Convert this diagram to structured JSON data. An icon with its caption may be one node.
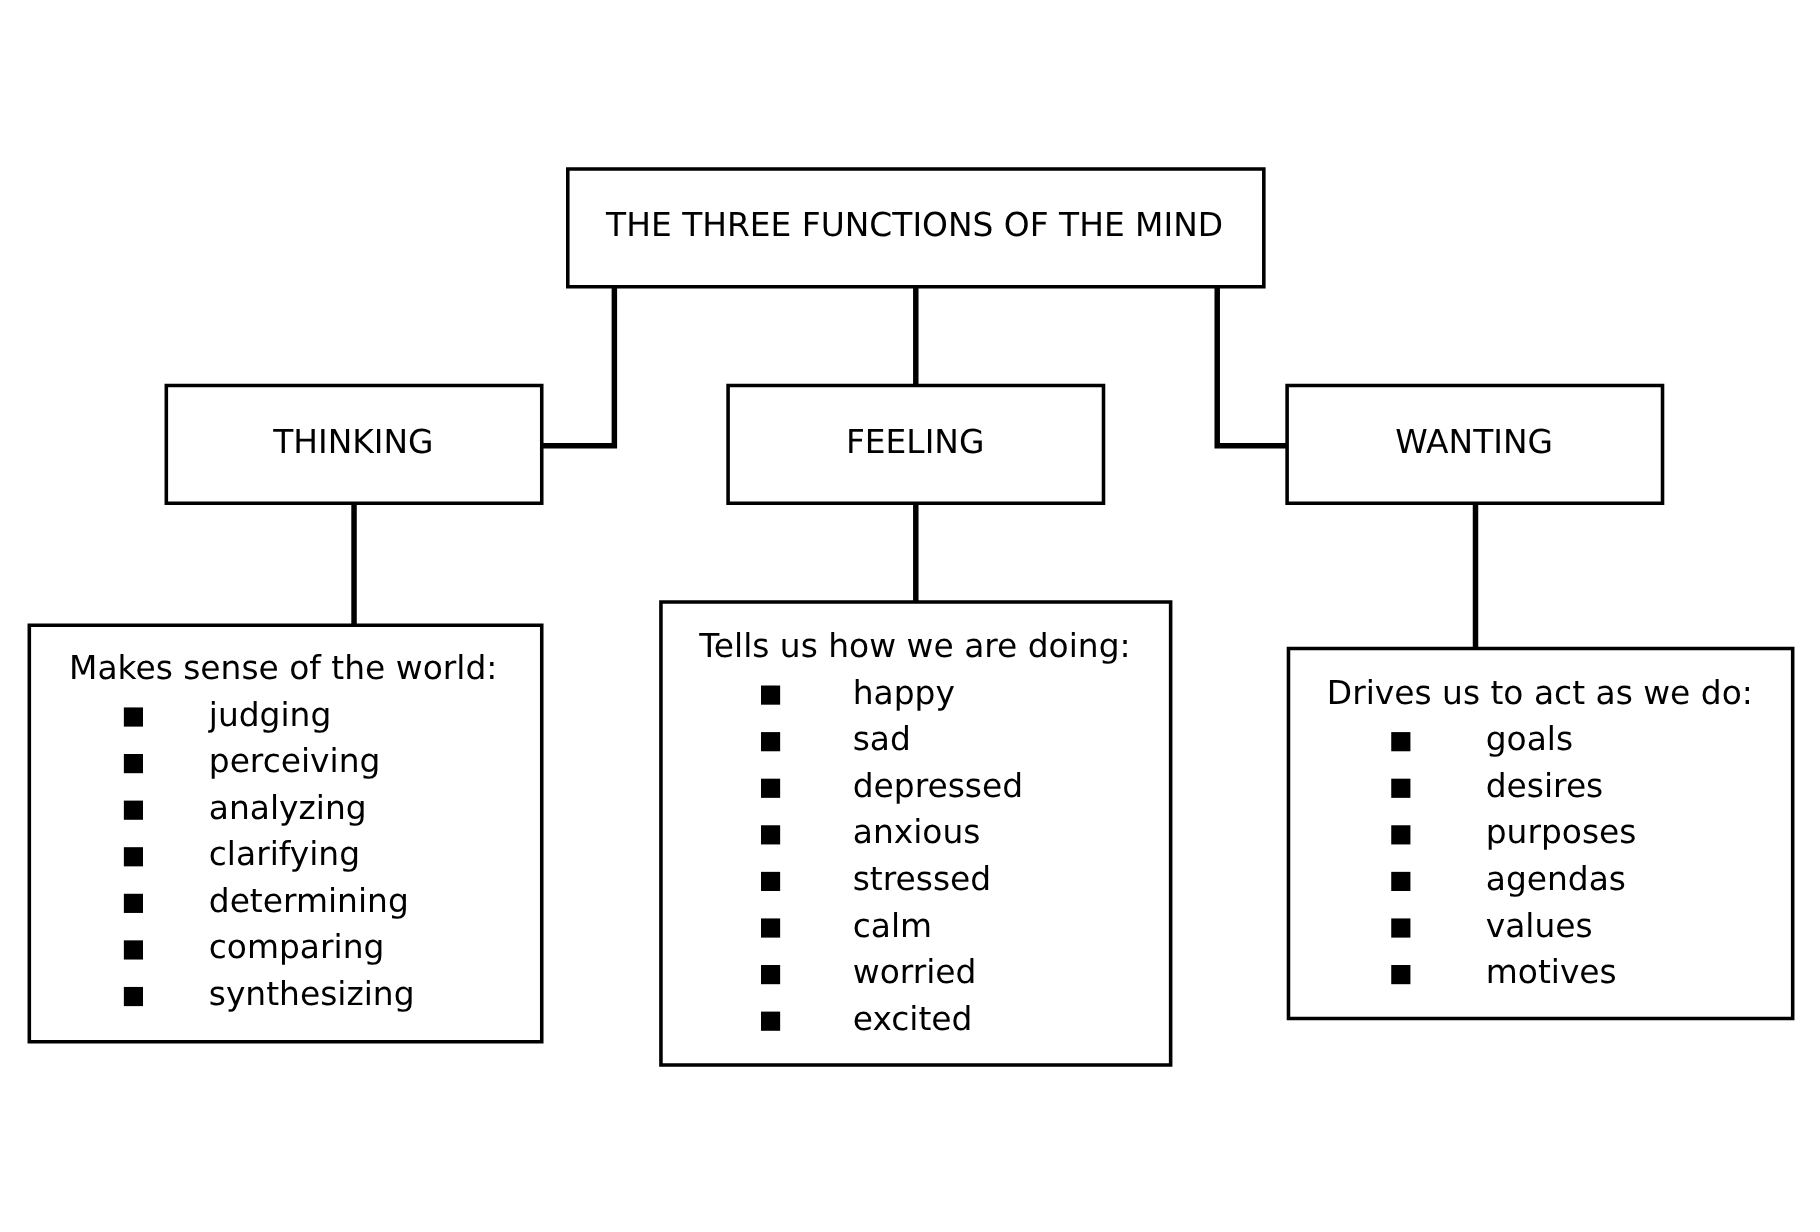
{
  "diagram": {
    "nodes": [
      {
        "text": [
          "THE THREE FUNCTIONS OF THE MIND"
        ]
      },
      {
        "text": [
          "THINKING"
        ]
      },
      {
        "text": [
          "FEELING"
        ]
      },
      {
        "text": [
          "WANTING"
        ]
      },
      {
        "text": [
          "Makes sense of the world:",
          "judging",
          "perceiving",
          "analyzing",
          "clarifying",
          "determining",
          "comparing",
          "synthesizing"
        ]
      },
      {
        "text": [
          "Tells us how we are doing:",
          "happy",
          "sad",
          "depressed",
          "anxious",
          "stressed",
          "calm",
          "worried",
          "excited"
        ]
      },
      {
        "text": [
          "Drives us to act as we do:",
          "goals",
          "desires",
          "purposes",
          "agendas",
          "values",
          "motives"
        ]
      }
    ],
    "edges": [
      {
        "from": 0,
        "to": 1,
        "arrow": "none"
      },
      {
        "from": 0,
        "to": 2,
        "arrow": "none"
      },
      {
        "from": 0,
        "to": 3,
        "arrow": "none"
      },
      {
        "from": 1,
        "to": 4,
        "arrow": "none"
      },
      {
        "from": 2,
        "to": 5,
        "arrow": "none"
      },
      {
        "from": 3,
        "to": 6,
        "arrow": "none"
      }
    ]
  }
}
